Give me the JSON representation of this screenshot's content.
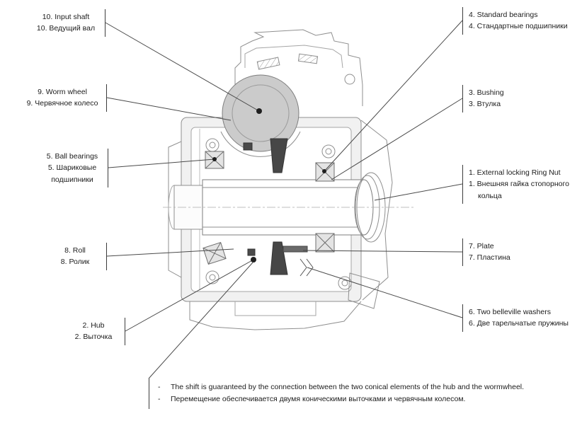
{
  "labels": {
    "left": [
      {
        "en": "10. Input shaft",
        "ru": "10. Ведущий вал"
      },
      {
        "en": "9. Worm wheel",
        "ru": "9. Червячное колесо"
      },
      {
        "en": "5. Ball bearings",
        "ru": "5. Шариковые подшипники"
      },
      {
        "en": "8. Roll",
        "ru": "8. Ролик"
      },
      {
        "en": "2. Hub",
        "ru": "2. Выточка"
      }
    ],
    "right": [
      {
        "en": "4. Standard bearings",
        "ru": "4. Стандартные подшипники"
      },
      {
        "en": "3. Bushing",
        "ru": "3. Втулка"
      },
      {
        "en": "1. External locking Ring Nut",
        "ru": "1. Внешняя гайка стопорного кольца"
      },
      {
        "en": "7. Plate",
        "ru": "7. Пластина"
      },
      {
        "en": "6. Two belleville washers",
        "ru": "6. Две тарельчатые пружины"
      }
    ]
  },
  "notes": [
    {
      "bullet": "-",
      "text": "The shift is guaranteed by the connection between the two conical elements of the hub and the wormwheel."
    },
    {
      "bullet": "-",
      "text": "Перемещение обеспечивается двумя коническими выточками и червячным колесом."
    }
  ],
  "colors": {
    "line": "#8f8f8f",
    "dark_line": "#4a4a4a",
    "wheel_fill": "#cbcbcb",
    "dark_part": "#474747"
  }
}
